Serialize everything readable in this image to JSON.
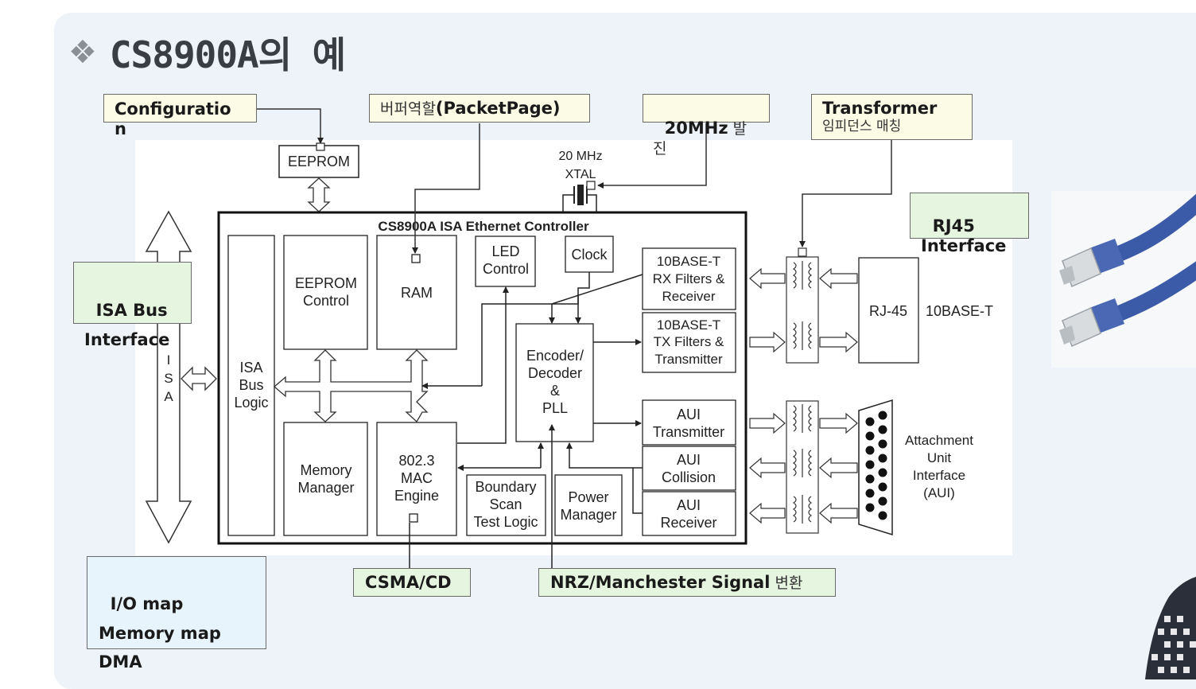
{
  "slide": {
    "title_bullet": "❖",
    "title": "CS8900A의 예"
  },
  "diagram": {
    "controller_title": "CS8900A ISA Ethernet Controller",
    "eeprom": "EEPROM",
    "xtal_line1": "20 MHz",
    "xtal_line2": "XTAL",
    "isa_bus_logic": [
      "ISA",
      "Bus",
      "Logic"
    ],
    "eeprom_control": [
      "EEPROM",
      "Control"
    ],
    "ram": "RAM",
    "led_control": [
      "LED",
      "Control"
    ],
    "clock": "Clock",
    "rx_filters": [
      "10BASE-T",
      "RX Filters &",
      "Receiver"
    ],
    "tx_filters": [
      "10BASE-T",
      "TX Filters &",
      "Transmitter"
    ],
    "encoder": [
      "Encoder/",
      "Decoder",
      "&",
      "PLL"
    ],
    "memory_manager": [
      "Memory",
      "Manager"
    ],
    "mac_engine": [
      "802.3",
      "MAC",
      "Engine"
    ],
    "boundary_scan": [
      "Boundary",
      "Scan",
      "Test Logic"
    ],
    "power_manager": [
      "Power",
      "Manager"
    ],
    "aui_transmitter": [
      "AUI",
      "Transmitter"
    ],
    "aui_collision": [
      "AUI",
      "Collision"
    ],
    "aui_receiver": [
      "AUI",
      "Receiver"
    ],
    "rj45": "RJ-45",
    "tenbase_t": "10BASE-T",
    "aui_label": [
      "Attachment",
      "Unit",
      "Interface",
      "(AUI)"
    ],
    "isa_vertical": [
      "I",
      "S",
      "A"
    ]
  },
  "notes": {
    "configuration": "Configuratio\nn",
    "buffer_bold": "(PacketPage)",
    "buffer_kor": "버퍼역할",
    "osc_bold": "20MHz",
    "osc_kor": " 발\n진",
    "transformer_bold": "Transformer",
    "transformer_sub": "임피던스 매칭",
    "rj45_interface": "RJ45\nInterface",
    "isa_bus_interface": "ISA Bus\nInterface",
    "maps": "I/O map\nMemory map\nDMA",
    "csma": "CSMA/CD",
    "nrz_bold": "NRZ/Manchester Signal",
    "nrz_kor": " 변환"
  },
  "colors": {
    "slide_bg": "#eef3f9",
    "note_yellow": "#fbfbe6",
    "note_green": "#e6f5df",
    "note_blue": "#e8f4fb",
    "cable_blue": "#3b5ba8"
  }
}
